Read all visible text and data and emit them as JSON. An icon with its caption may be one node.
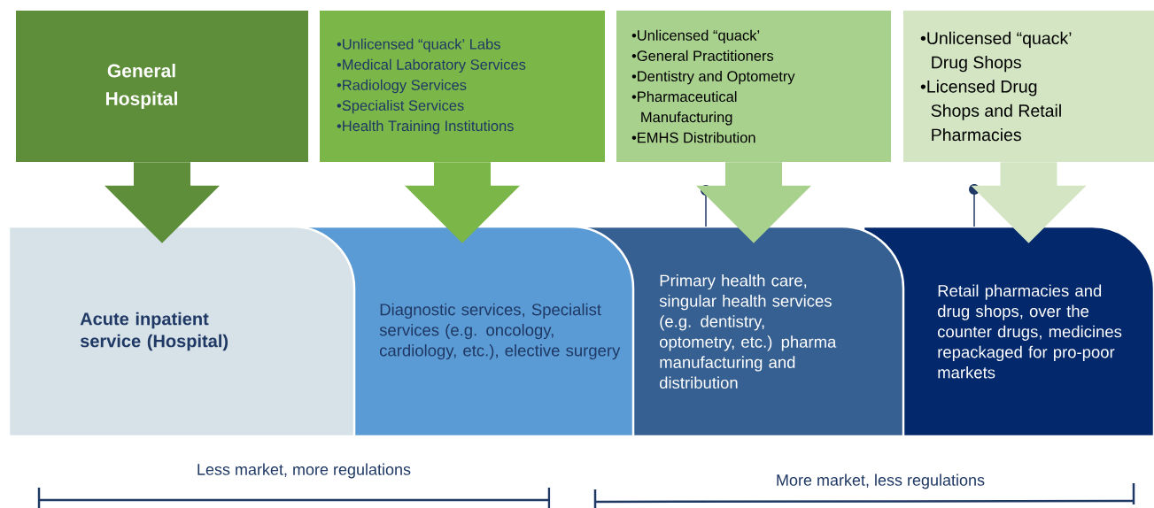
{
  "diagram": {
    "nodes": [
      {
        "text": [
          "General Hospital"
        ]
      },
      {
        "text": [
          "•Unlicensed “quack’ Labs",
          "•Medical Laboratory Services",
          "•Radiology Services",
          "•Specialist Services",
          "•Health Training Institutions"
        ]
      },
      {
        "text": [
          "•Unlicensed “quack’",
          "•General Practitioners",
          "•Dentistry and Optometry",
          "•Pharmaceutical Manufacturing",
          "•EMHS Distribution"
        ]
      },
      {
        "text": [
          "•Unlicensed “quack’ Drug Shops",
          "•Licensed Drug Shops and Retail Pharmacies"
        ]
      },
      {
        "text": [
          "Acute inpatient service (Hospital)"
        ]
      },
      {
        "text": [
          "Diagnostic services, Specialist services (e.g. oncology, cardiology, etc.), elective surgery"
        ]
      },
      {
        "text": [
          "Primary health care, singular health services (e.g. dentistry, optometry, etc.) pharma manufacturing and distribution"
        ]
      },
      {
        "text": [
          "Retail pharmacies and drug shops, over the counter drugs, medicines repackaged for pro-poor markets"
        ]
      }
    ],
    "edges": [
      {
        "from": 0,
        "to": 4,
        "arrow": "to",
        "style": "thick",
        "color": "#5e8e3a"
      },
      {
        "from": 1,
        "to": 5,
        "arrow": "to",
        "style": "thick",
        "color": "#7ab648"
      },
      {
        "from": 2,
        "to": 6,
        "arrow": "to",
        "style": "thick",
        "color": "#a9d18e"
      },
      {
        "from": 3,
        "to": 7,
        "arrow": "to",
        "style": "thick",
        "color": "#d3e5c2"
      }
    ],
    "labels": [
      "Less market, more regulations",
      "More market, less regulations"
    ]
  }
}
